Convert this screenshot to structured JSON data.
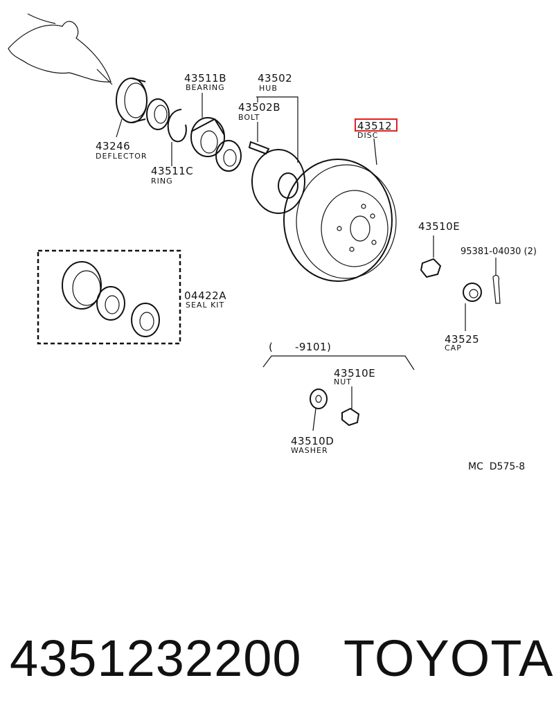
{
  "labels": {
    "p43246": {
      "number": "43246",
      "name": "DEFLECTOR"
    },
    "p43511B": {
      "number": "43511B",
      "name": "BEARING"
    },
    "p43511C": {
      "number": "43511C",
      "name": "RING"
    },
    "p43502": {
      "number": "43502",
      "name": "HUB"
    },
    "p43502B": {
      "number": "43502B",
      "name": "BOLT"
    },
    "p43512": {
      "number": "43512",
      "name": "DISC"
    },
    "p43510E_top": {
      "number": "43510E"
    },
    "p95381": {
      "number": "95381-04030 (2)"
    },
    "p04422A": {
      "number": "04422A",
      "name": "SEAL KIT"
    },
    "p43525": {
      "number": "43525",
      "name": "CAP"
    },
    "range": {
      "text": "(      -9101)"
    },
    "p43510E_bot": {
      "number": "43510E",
      "name": "NUT"
    },
    "p43510D": {
      "number": "43510D",
      "name": "WASHER"
    },
    "ref": {
      "text": "MC  D575-8"
    }
  },
  "highlight": {
    "part": "43512",
    "color": "#e02020"
  },
  "footer": {
    "part_number": "4351232200",
    "brand": "TOYOTA"
  }
}
